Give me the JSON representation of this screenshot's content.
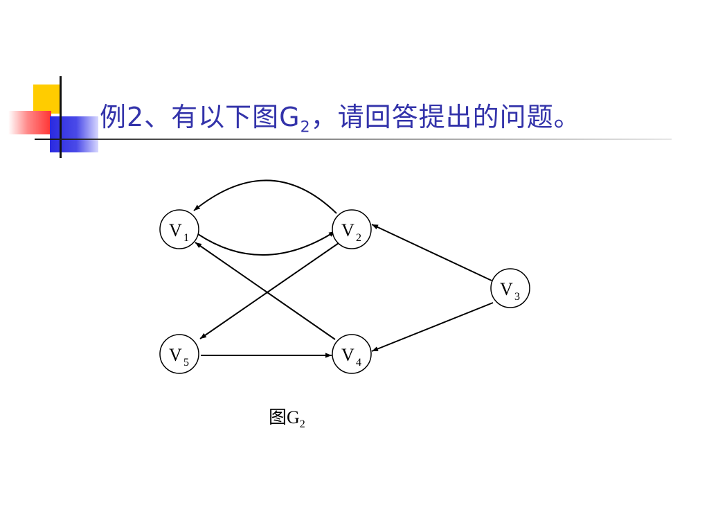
{
  "slide": {
    "title_main": "例2、有以下图G",
    "title_sub": "2",
    "title_end": "，请回答提出的问题。"
  },
  "graph": {
    "nodes": [
      {
        "id": "v1",
        "letter": "V",
        "sub": "1"
      },
      {
        "id": "v2",
        "letter": "V",
        "sub": "2"
      },
      {
        "id": "v3",
        "letter": "V",
        "sub": "3"
      },
      {
        "id": "v4",
        "letter": "V",
        "sub": "4"
      },
      {
        "id": "v5",
        "letter": "V",
        "sub": "5"
      }
    ],
    "edges": [
      {
        "from": "v1",
        "to": "v2"
      },
      {
        "from": "v2",
        "to": "v1"
      },
      {
        "from": "v2",
        "to": "v5"
      },
      {
        "from": "v4",
        "to": "v1"
      },
      {
        "from": "v3",
        "to": "v2"
      },
      {
        "from": "v3",
        "to": "v4"
      },
      {
        "from": "v5",
        "to": "v4"
      }
    ],
    "caption_main": "图G",
    "caption_sub": "2"
  }
}
